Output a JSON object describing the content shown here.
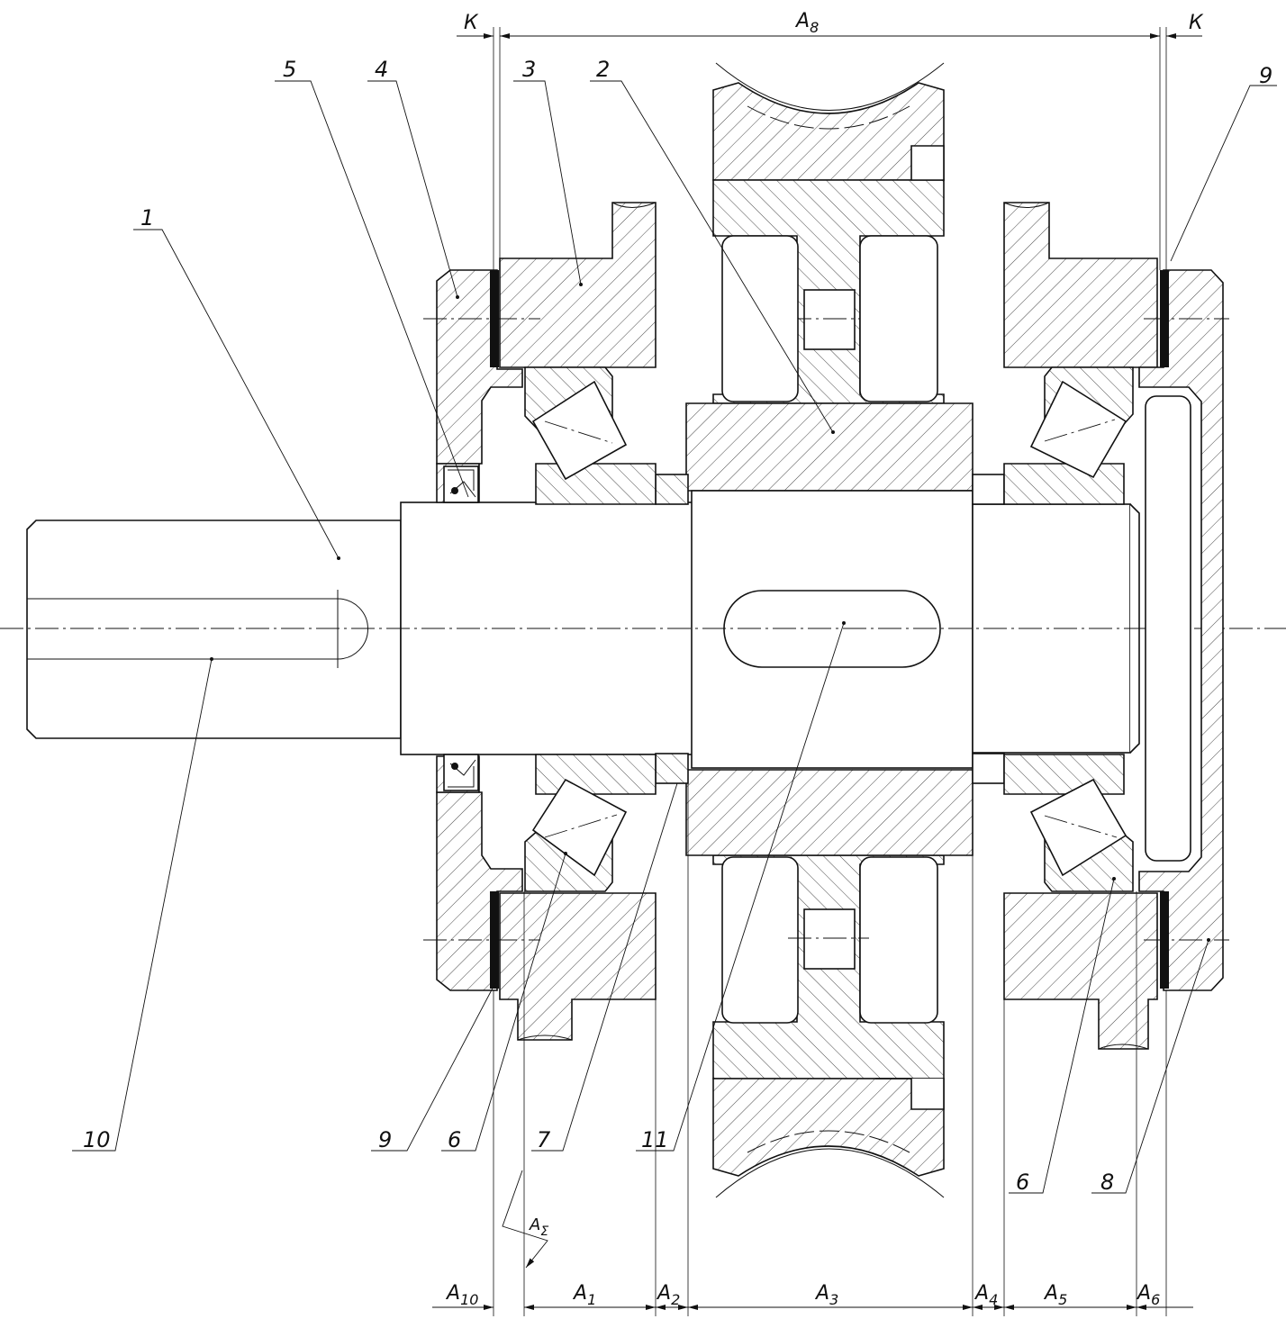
{
  "parts": [
    {
      "id": "p1",
      "label": "1"
    },
    {
      "id": "p2",
      "label": "2"
    },
    {
      "id": "p3",
      "label": "3"
    },
    {
      "id": "p4",
      "label": "4"
    },
    {
      "id": "p5",
      "label": "5"
    },
    {
      "id": "p9a",
      "label": "9"
    },
    {
      "id": "p9b",
      "label": "9"
    },
    {
      "id": "p10",
      "label": "10"
    },
    {
      "id": "p6a",
      "label": "6"
    },
    {
      "id": "p7",
      "label": "7"
    },
    {
      "id": "p11",
      "label": "11"
    },
    {
      "id": "p6b",
      "label": "6"
    },
    {
      "id": "p8",
      "label": "8"
    }
  ],
  "dimensions": {
    "k_left": "К",
    "k_right": "К",
    "a8": {
      "main": "A",
      "sub": "8"
    },
    "a10": {
      "main": "A",
      "sub": "10"
    },
    "a1": {
      "main": "A",
      "sub": "1"
    },
    "a2": {
      "main": "A",
      "sub": "2"
    },
    "a3": {
      "main": "A",
      "sub": "3"
    },
    "a4": {
      "main": "A",
      "sub": "4"
    },
    "a5": {
      "main": "A",
      "sub": "5"
    },
    "a6": {
      "main": "A",
      "sub": "6"
    },
    "asum": {
      "main": "A",
      "sub": "Σ"
    }
  }
}
